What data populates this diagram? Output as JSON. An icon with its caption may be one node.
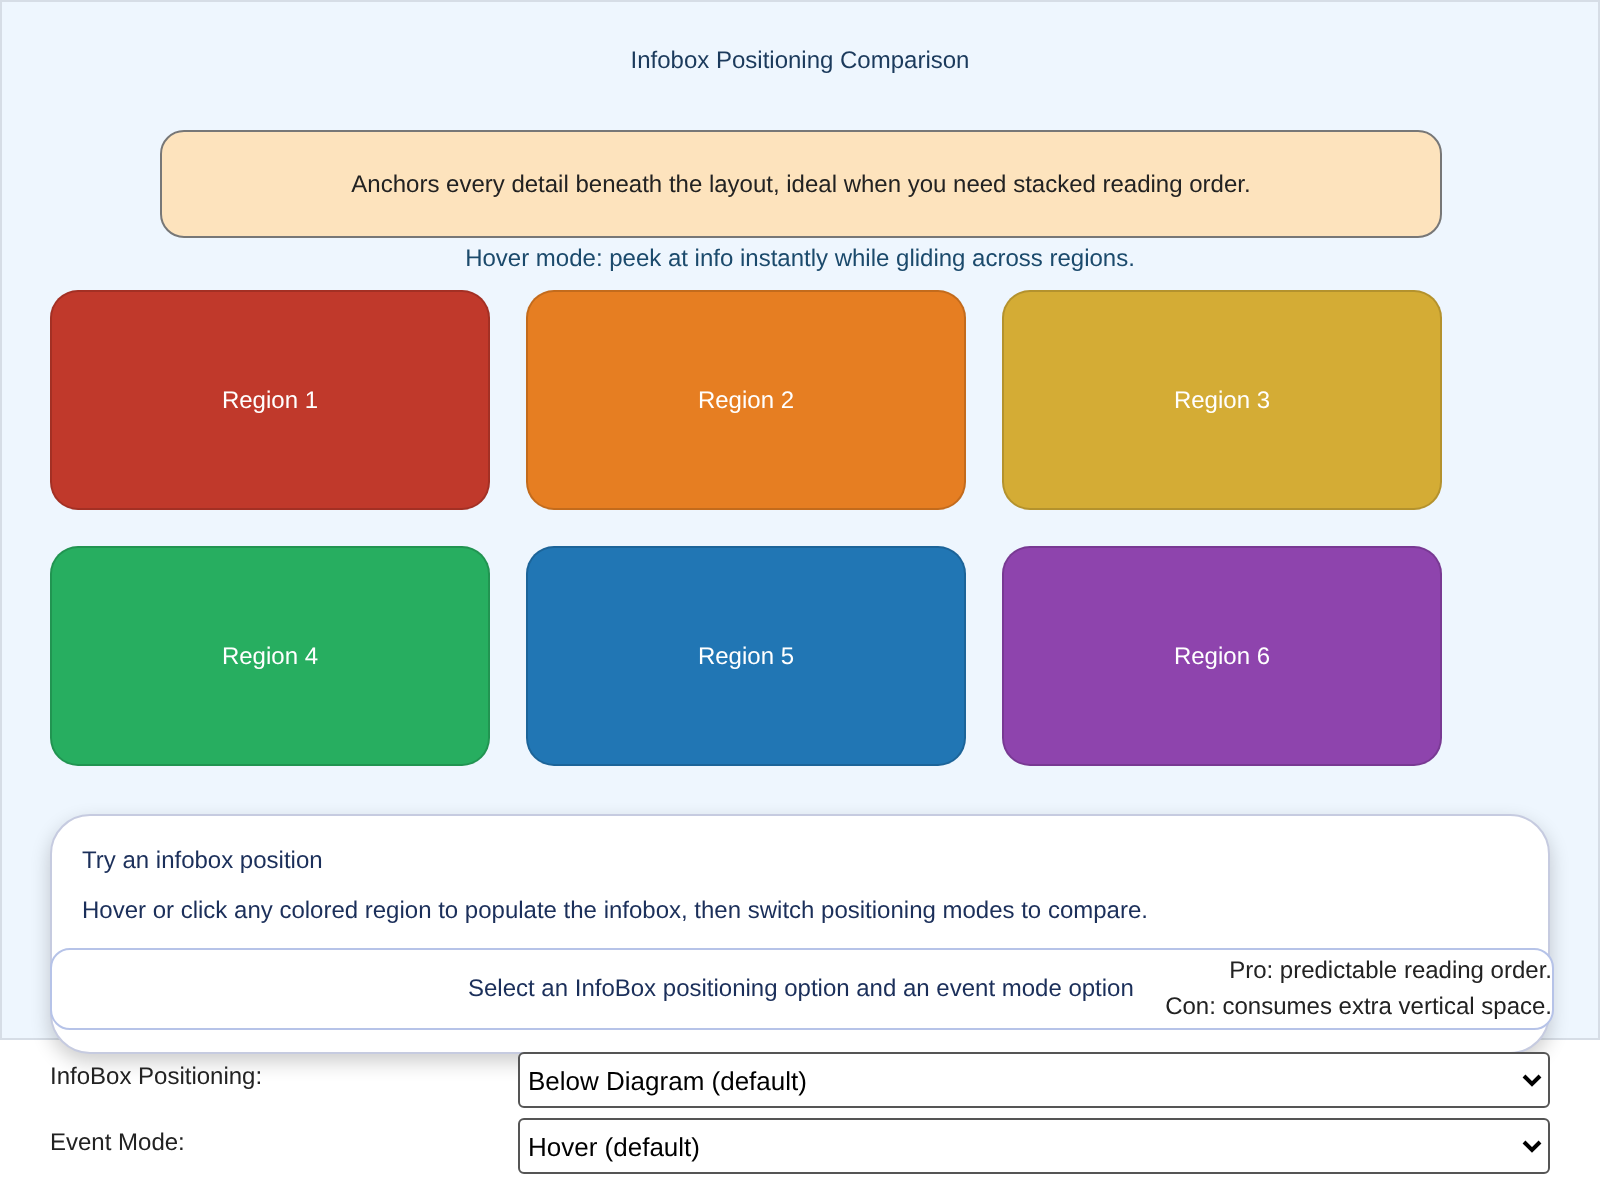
{
  "diagram": {
    "title": "Infobox Positioning Comparison",
    "nodes": [
      {
        "text": [
          "Anchors every detail beneath the layout, ideal when you need stacked reading order."
        ]
      },
      {
        "text": [
          "Region 1"
        ]
      },
      {
        "text": [
          "Region 2"
        ]
      },
      {
        "text": [
          "Region 3"
        ]
      },
      {
        "text": [
          "Region 4"
        ]
      },
      {
        "text": [
          "Region 5"
        ]
      },
      {
        "text": [
          "Region 6"
        ]
      },
      {
        "text": [
          "Try an infobox position",
          "Hover or click any colored region to populate the infobox, then switch positioning modes to compare."
        ]
      },
      {
        "text": [
          "Select an InfoBox positioning option and an event mode option",
          "Pro: predictable reading order.",
          "Con: consumes extra vertical space."
        ],
        "in": 7
      }
    ],
    "labels": [
      "Hover mode: peek at info instantly while gliding across regions.",
      "InfoBox Positioning:",
      "Below Diagram (default)",
      "Event Mode:",
      "Hover (default)"
    ]
  }
}
